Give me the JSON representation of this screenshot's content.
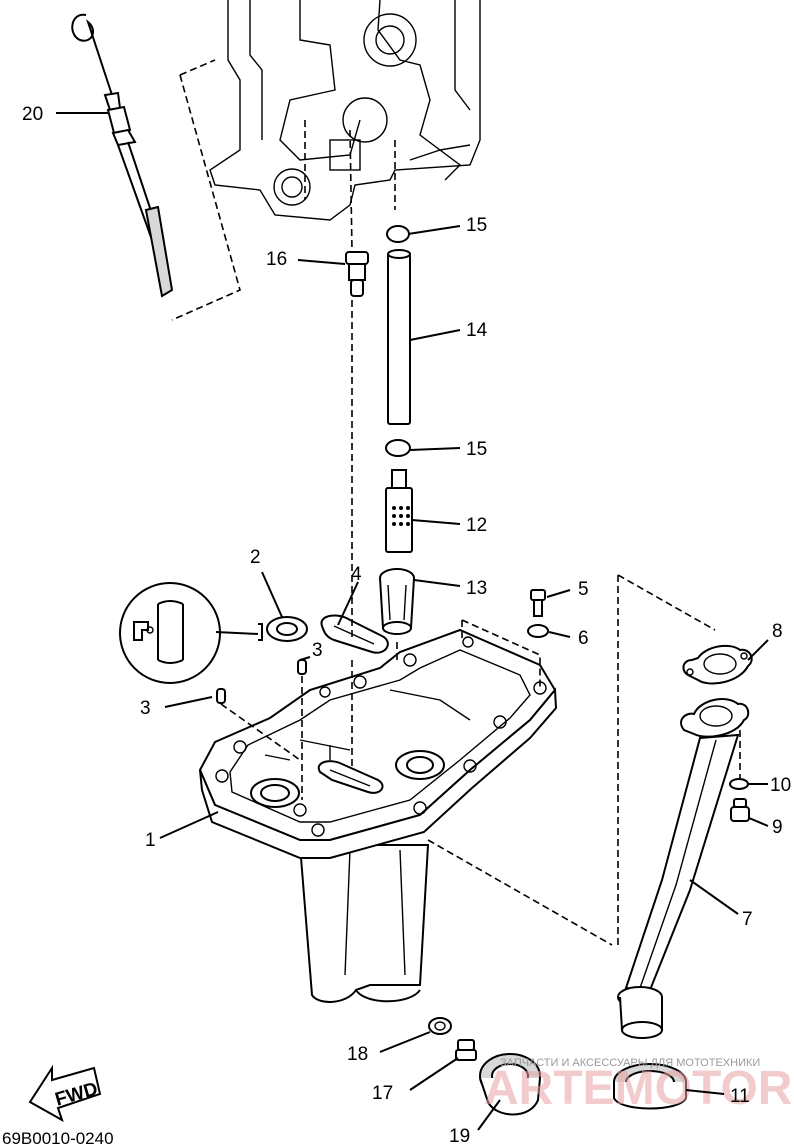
{
  "diagram_code": "69B0010-0240",
  "fwd_label": "FWD",
  "watermark": {
    "caption": "ЗАПЧАСТИ И АКСЕССУАРЫ ДЛЯ МОТОТЕХНИКИ",
    "logo": "ARTEMOTOR.RU"
  },
  "callouts": {
    "c1": "1",
    "c2": "2",
    "c3a": "3",
    "c3b": "3",
    "c4": "4",
    "c5": "5",
    "c6": "6",
    "c7": "7",
    "c8": "8",
    "c9": "9",
    "c10": "10",
    "c11": "11",
    "c12": "12",
    "c13": "13",
    "c14": "14",
    "c15a": "15",
    "c15b": "15",
    "c16": "16",
    "c17": "17",
    "c18": "18",
    "c19": "19",
    "c20": "20"
  }
}
